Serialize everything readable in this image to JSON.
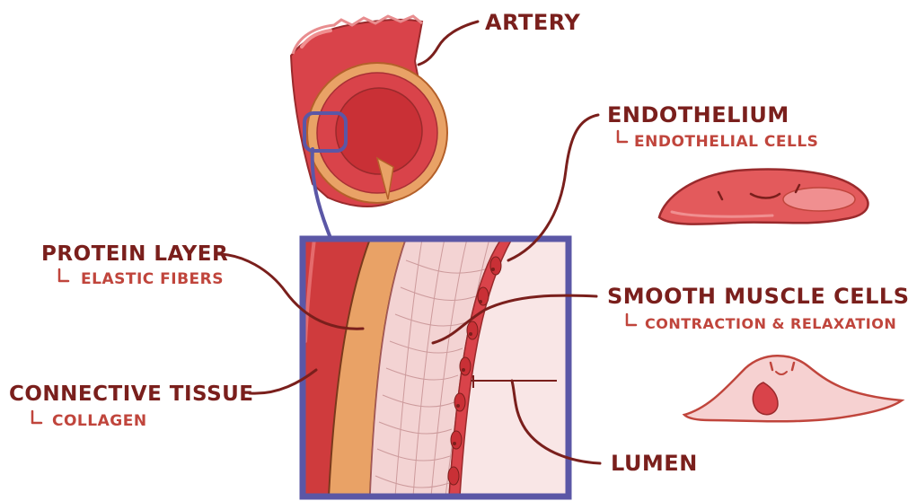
{
  "labels": {
    "artery": "ARTERY",
    "endothelium": "ENDOTHELIUM",
    "endothelial_cells": "ENDOTHELIAL CELLS",
    "protein_layer": "PROTEIN LAYER",
    "elastic_fibers": "ELASTIC FIBERS",
    "smooth_muscle_cells": "SMOOTH MUSCLE CELLS",
    "contraction_relaxation": "CONTRACTION & RELAXATION",
    "connective_tissue": "CONNECTIVE TISSUE",
    "collagen": "COLLAGEN",
    "lumen": "LUMEN"
  },
  "colors": {
    "label_dark": "#7a1f1c",
    "label_sub": "#c0453c",
    "artery_outer": "#d9434a",
    "elastic_layer": "#e9a266",
    "connective_tissue": "#cf3b3d",
    "mesh_layer": "#f3d3d3",
    "lumen": "#f9e6e6",
    "zoom_frame": "#5b57a6"
  }
}
